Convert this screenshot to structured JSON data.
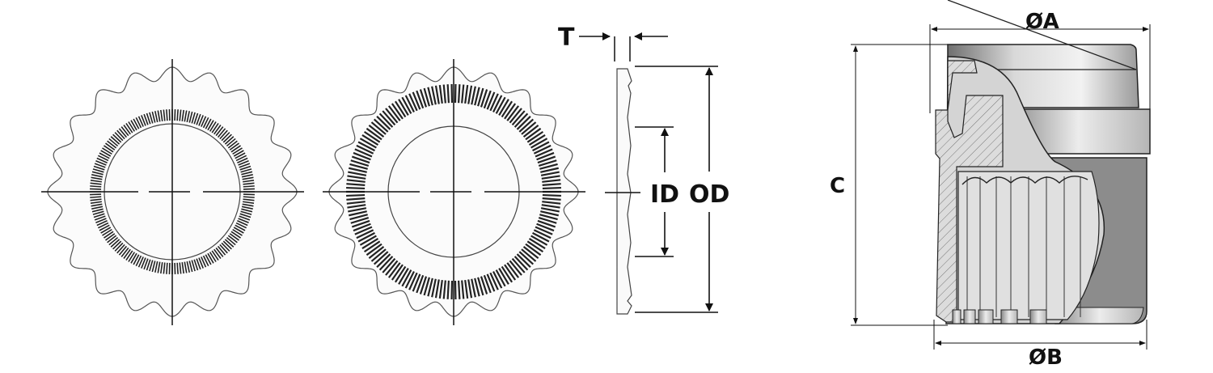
{
  "diagram": {
    "washer_views": {
      "front_view_1": {
        "name": "washer-front-view-fine-teeth"
      },
      "front_view_2": {
        "name": "washer-front-view-coarse-teeth"
      },
      "side_view": {
        "name": "washer-side-view"
      }
    },
    "washer_labels": {
      "thickness": "T",
      "inner_diameter": "ID",
      "outer_diameter": "OD"
    },
    "cap_labels": {
      "diameter_a": "ØA",
      "diameter_b": "ØB",
      "height": "C"
    },
    "colors": {
      "line": "#111111",
      "fill_light": "#fbfbfb",
      "metal_dark": "#8a8a8a",
      "metal_light": "#e6e6e6"
    }
  }
}
